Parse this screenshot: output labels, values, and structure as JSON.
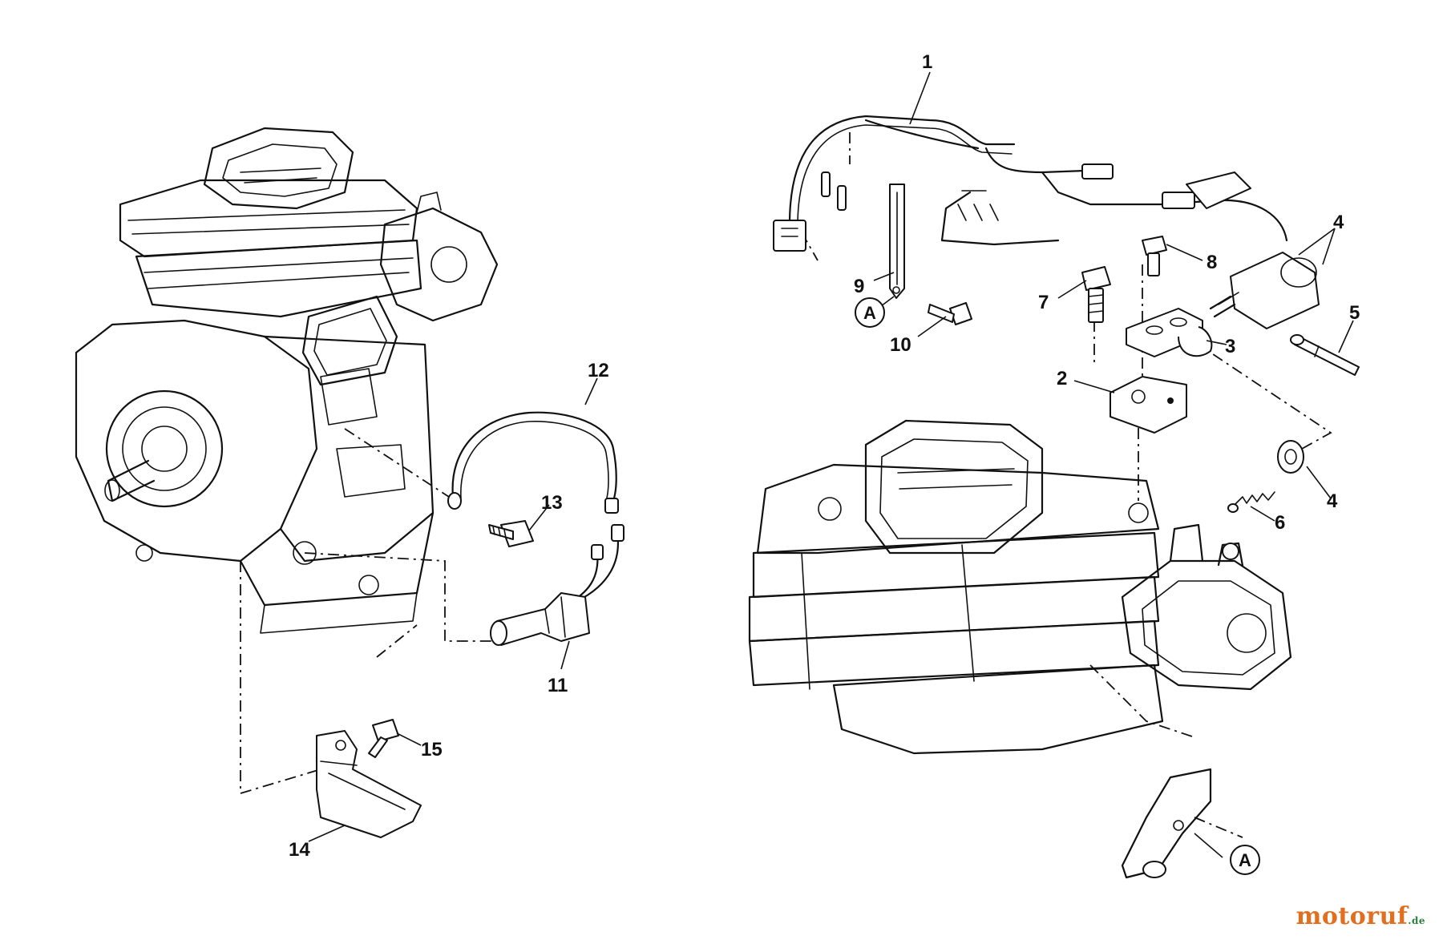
{
  "diagram": {
    "callouts": [
      {
        "id": "1",
        "label": "1"
      },
      {
        "id": "2",
        "label": "2"
      },
      {
        "id": "3",
        "label": "3"
      },
      {
        "id": "4a",
        "label": "4"
      },
      {
        "id": "4b",
        "label": "4"
      },
      {
        "id": "5",
        "label": "5"
      },
      {
        "id": "6",
        "label": "6"
      },
      {
        "id": "7",
        "label": "7"
      },
      {
        "id": "8",
        "label": "8"
      },
      {
        "id": "9",
        "label": "9"
      },
      {
        "id": "10",
        "label": "10"
      },
      {
        "id": "11",
        "label": "11"
      },
      {
        "id": "12",
        "label": "12"
      },
      {
        "id": "13",
        "label": "13"
      },
      {
        "id": "14",
        "label": "14"
      },
      {
        "id": "15",
        "label": "15"
      }
    ],
    "reference_marks": [
      {
        "id": "A1",
        "label": "A"
      },
      {
        "id": "A2",
        "label": "A"
      }
    ]
  },
  "watermark": {
    "text": "motoruf",
    "suffix": ".de"
  }
}
